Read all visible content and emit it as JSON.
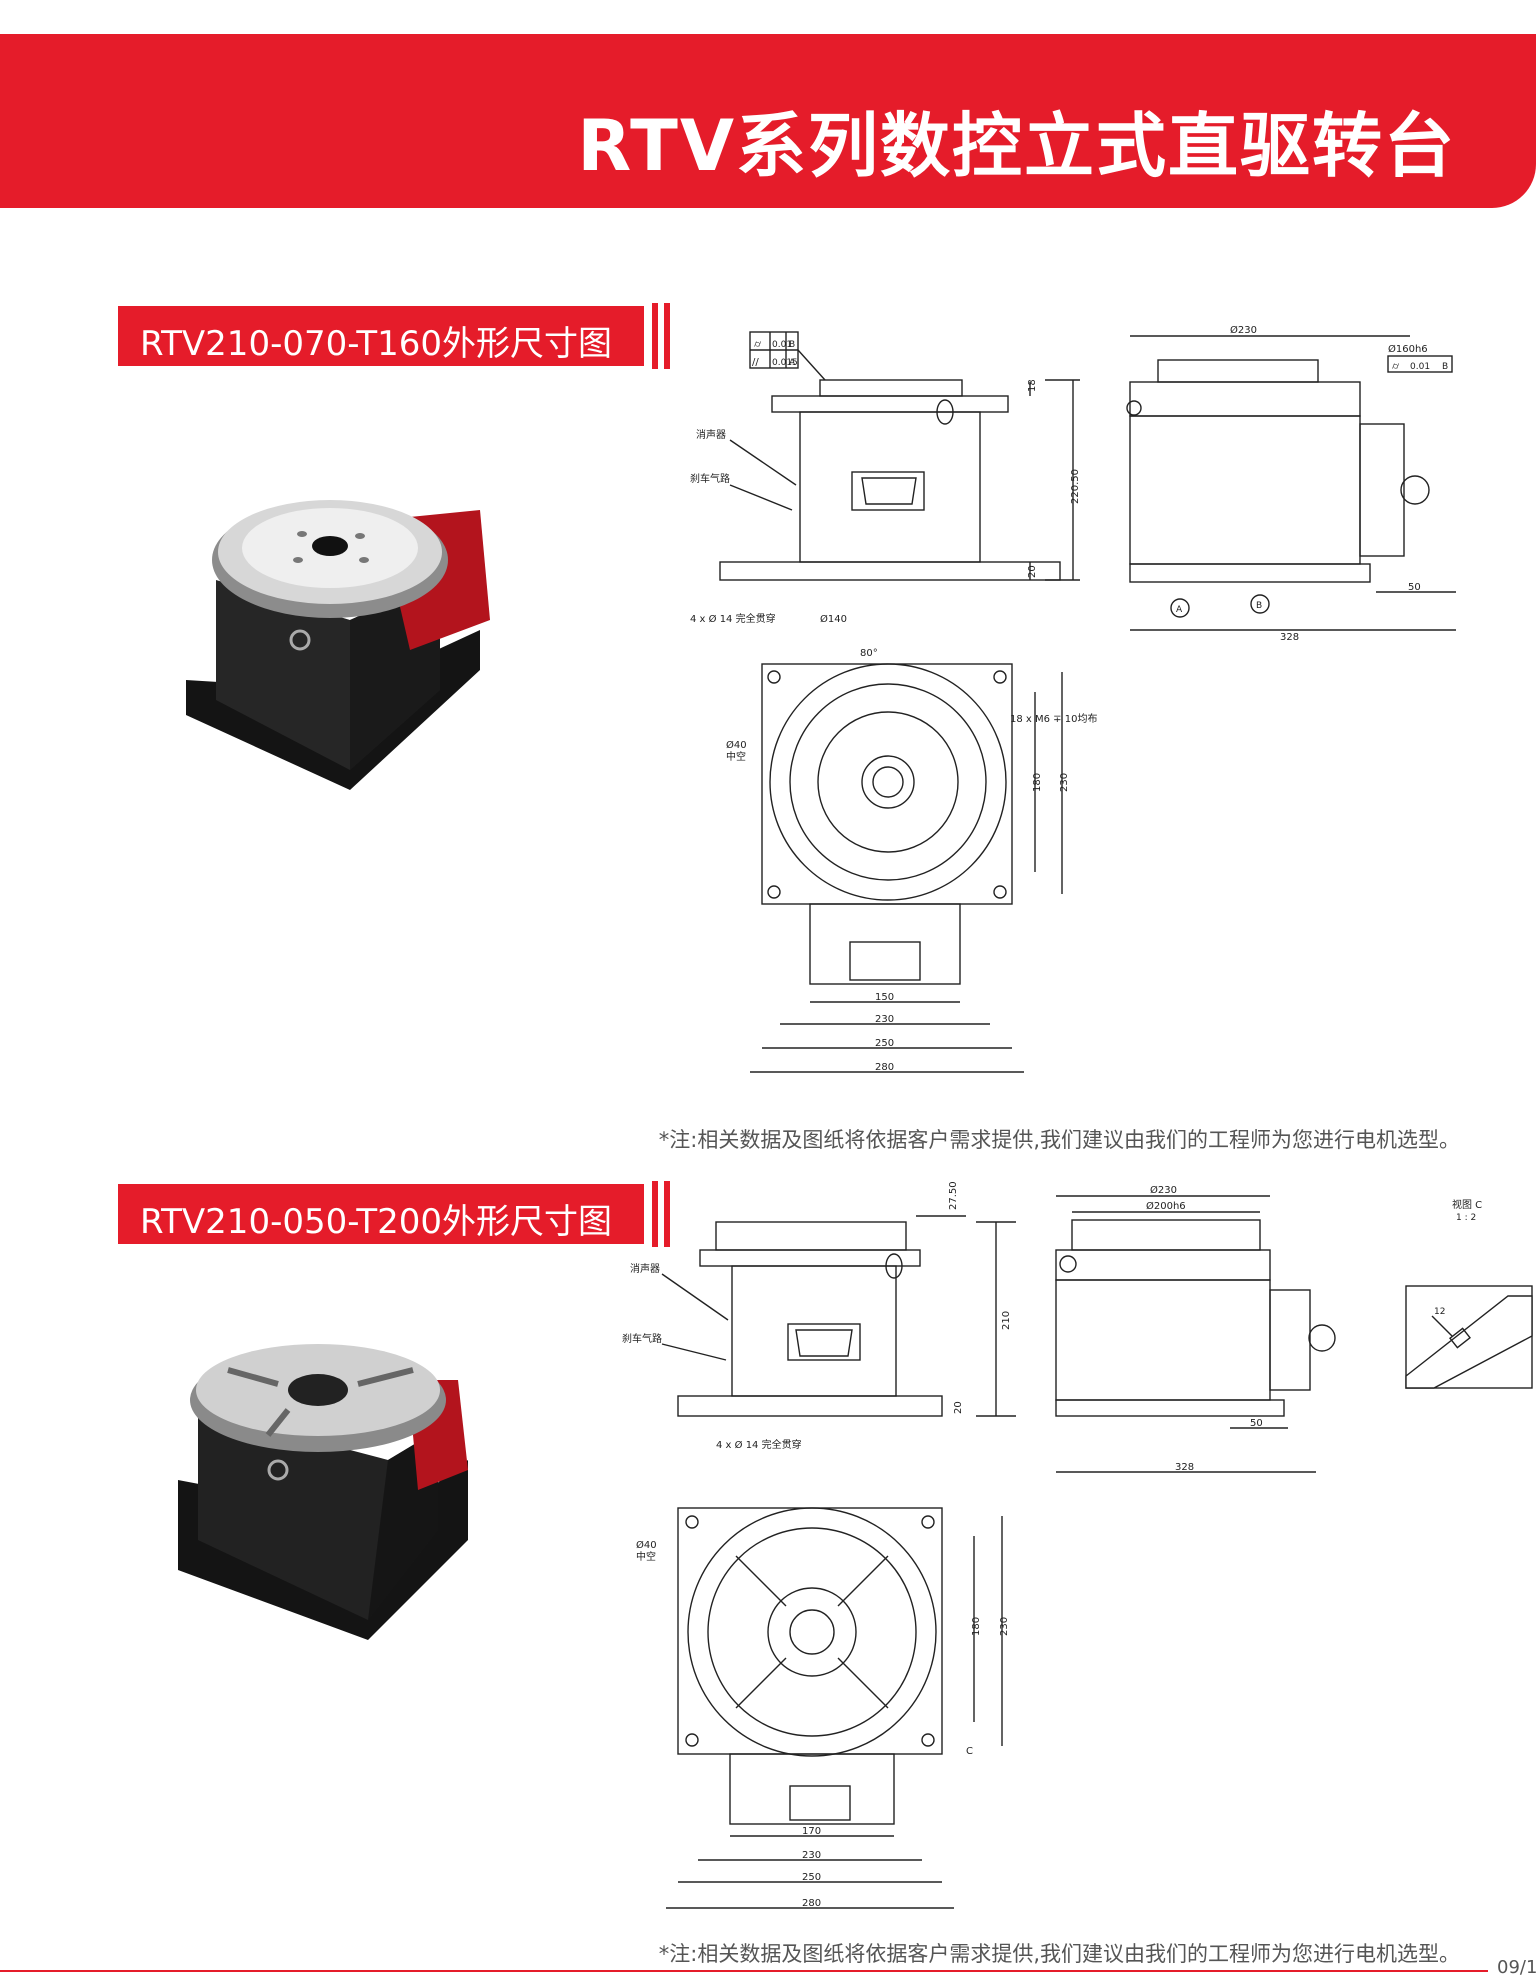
{
  "header": {
    "title": "RTV系列数控立式直驱转台"
  },
  "sections": [
    {
      "title": "RTV210-070-T160外形尺寸图",
      "callouts": {
        "muffler": "消声器",
        "brake_air": "刹车气路",
        "holes": "4 x Ø 14 完全贯穿",
        "bore": "Ø40",
        "bore_label": "中空",
        "pcd": "Ø140",
        "angle": "80°",
        "slots": "18 x M6 ∓ 10均布"
      },
      "tolerances": [
        {
          "symbol": "⌭",
          "value": "0.01",
          "datum": "B"
        },
        {
          "symbol": "//",
          "value": "0.015",
          "datum": "A"
        },
        {
          "symbol": "⌭",
          "value": "0.01",
          "datum": "B"
        }
      ],
      "dims": {
        "d18": "18",
        "d22050": "220.50",
        "d20": "20",
        "dia230": "Ø230",
        "dia160": "Ø160h6",
        "d50": "50",
        "d328": "328",
        "datumA": "A",
        "datumB": "B",
        "d180": "180",
        "d230v": "230",
        "d150": "150",
        "d230": "230",
        "d250": "250",
        "d280": "280"
      },
      "note": "*注:相关数据及图纸将依据客户需求提供,我们建议由我们的工程师为您进行电机选型。"
    },
    {
      "title": "RTV210-050-T200外形尺寸图",
      "callouts": {
        "muffler": "消声器",
        "brake_air": "刹车气路",
        "holes": "4 x Ø 14 完全贯穿",
        "bore": "Ø40",
        "bore_label": "中空",
        "view": "视图 C",
        "scale": "1 : 2",
        "c": "C",
        "d12": "12"
      },
      "dims": {
        "d2750": "27.50",
        "d210": "210",
        "d20": "20",
        "dia230": "Ø230",
        "dia200": "Ø200h6",
        "d50": "50",
        "d328": "328",
        "d180": "180",
        "d230v": "230",
        "d170": "170",
        "d230": "230",
        "d250": "250",
        "d280": "280"
      },
      "note": "*注:相关数据及图纸将依据客户需求提供,我们建议由我们的工程师为您进行电机选型。"
    }
  ],
  "footer": {
    "page": "09/1"
  }
}
